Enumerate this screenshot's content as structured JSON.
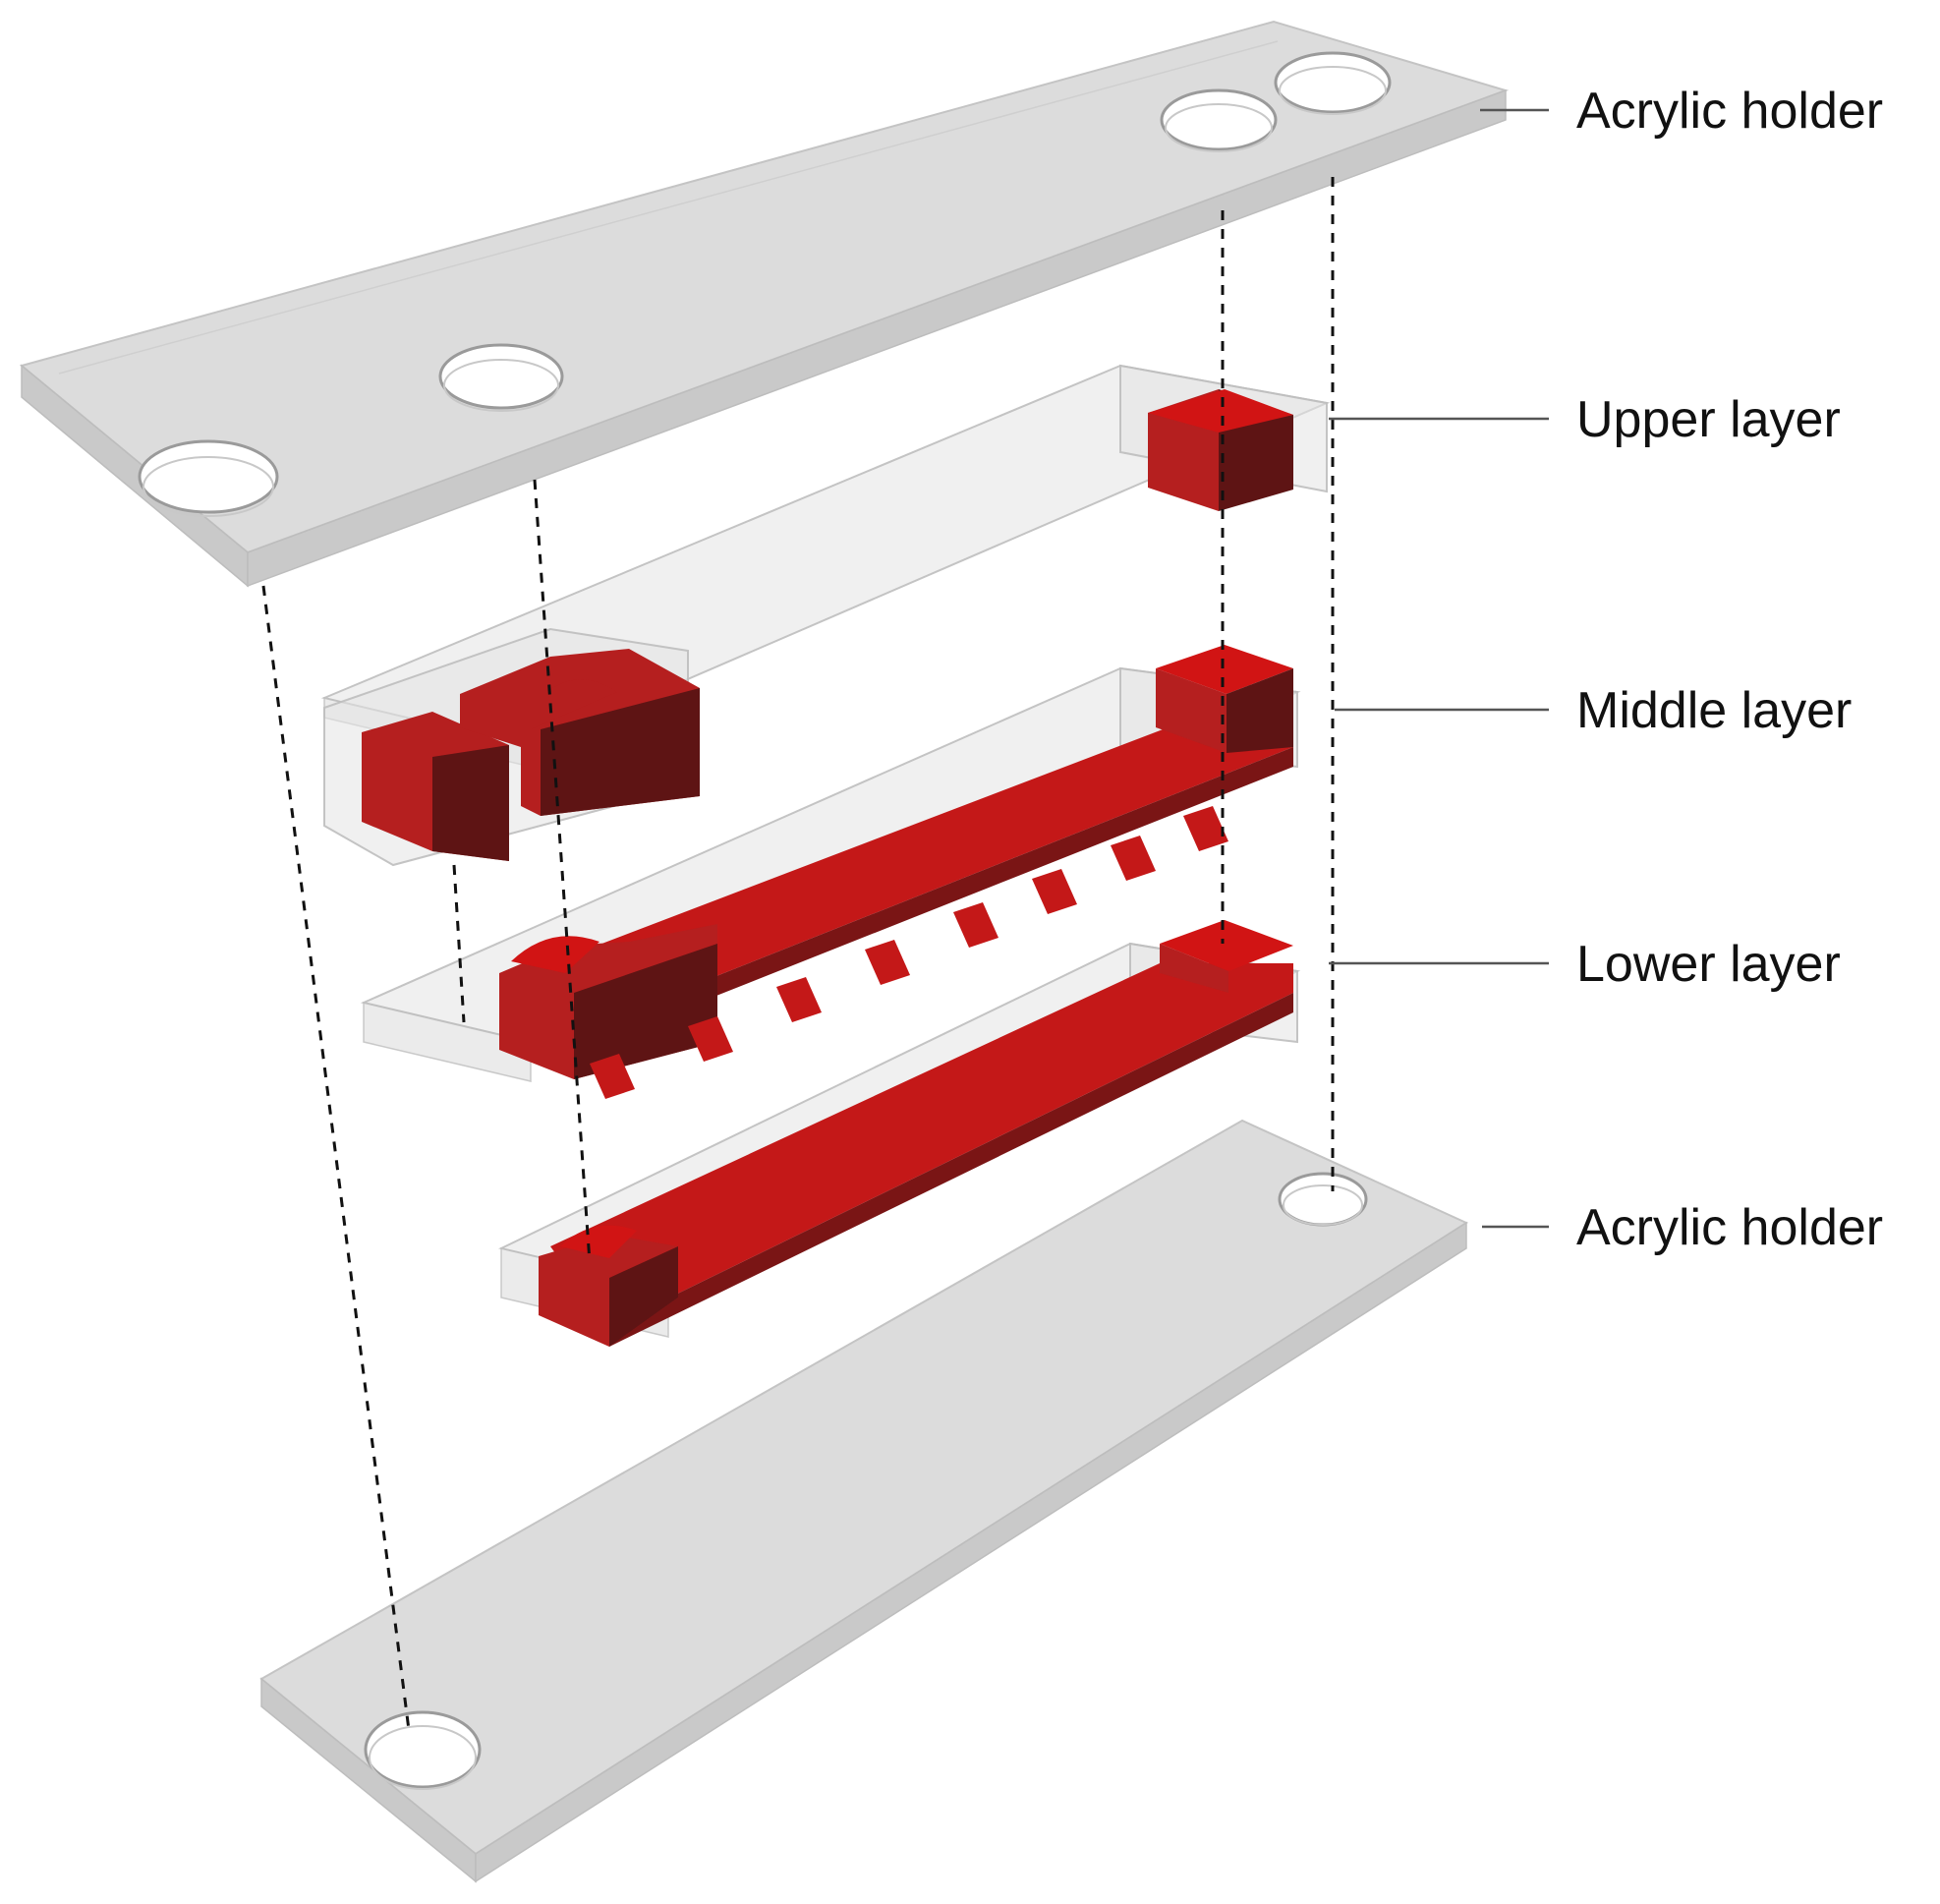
{
  "labels": {
    "acrylic_holder_top": "Acrylic holder",
    "upper_layer": "Upper layer",
    "middle_layer": "Middle layer",
    "lower_layer": "Lower layer",
    "acrylic_holder_bottom": "Acrylic holder"
  },
  "colors": {
    "acrylic": "#dcdcdc",
    "fluid_red": "#c41818",
    "fluid_dark": "#5e1414",
    "leader": "#555555"
  }
}
